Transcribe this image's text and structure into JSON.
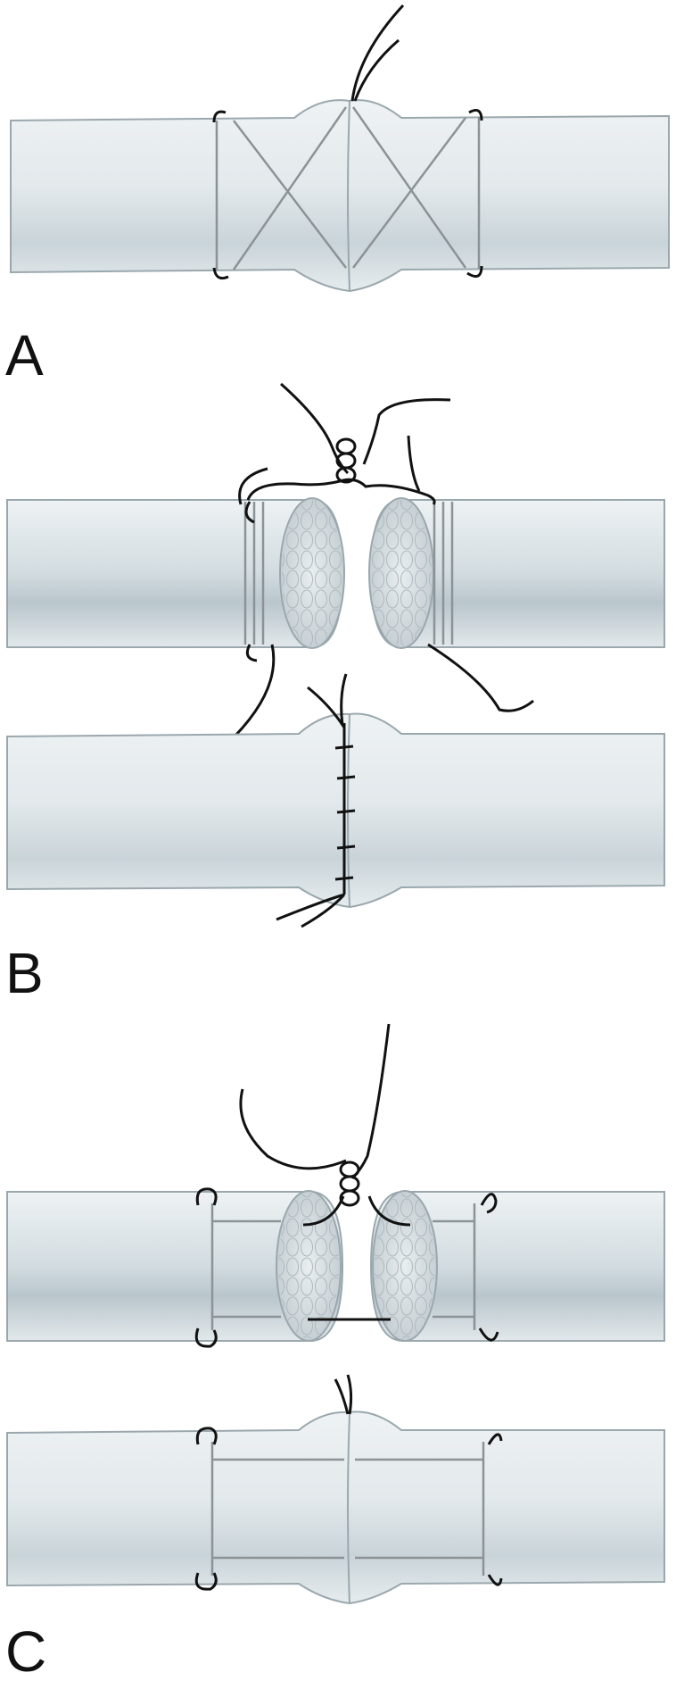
{
  "figure": {
    "panels": [
      {
        "label": "A"
      },
      {
        "label": "B"
      },
      {
        "label": "C"
      }
    ],
    "colors": {
      "tendon_fill": "#dfe6ea",
      "tendon_shadow": "#b8c5cc",
      "tendon_edge": "#9aa8ae",
      "suture_dark": "#111111",
      "suture_grey": "#8c9396",
      "cut_face": "#cfd7db"
    }
  }
}
